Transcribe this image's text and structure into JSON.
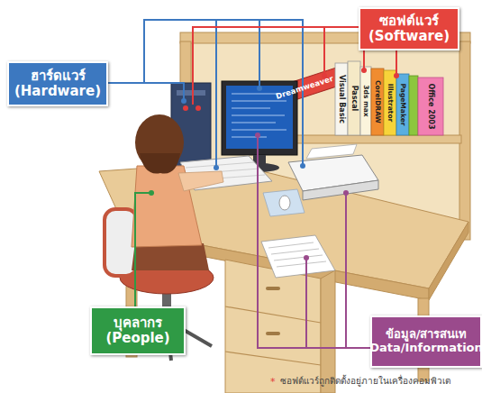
{
  "diagram": {
    "nodes": [
      {
        "text": [
          "ซอฟต์แวร์ (Software)"
        ]
      },
      {
        "text": [
          "ฮาร์ดแวร์ (Hardware)"
        ]
      },
      {
        "text": [
          "บุคลากร (People)"
        ]
      },
      {
        "text": [
          "ข้อมูล/สารสนเท Data/Information"
        ]
      }
    ],
    "labels": [
      "Dreamweaver",
      "Visual Basic",
      "Pascal",
      "3ds max",
      "CorelDRAW",
      "Illustrator",
      "PageMaker",
      "Office 2003",
      "*",
      "ซอฟต์แวร์ถูกติดตั้งอยู่ภายในเครื่องคอมพิวเต"
    ]
  }
}
